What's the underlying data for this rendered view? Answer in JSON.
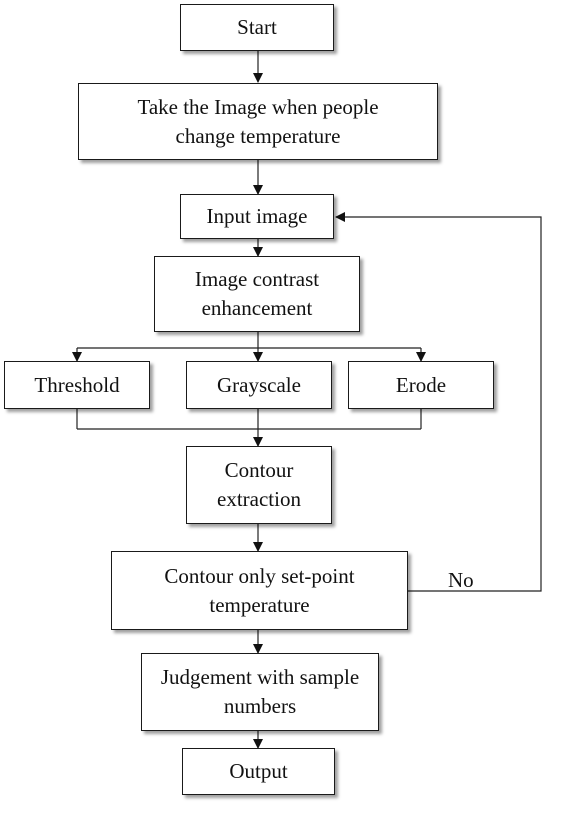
{
  "flowchart": {
    "nodes": {
      "start": "Start",
      "take_image": "Take the Image when people change temperature",
      "input_image": "Input image",
      "contrast": "Image contrast enhancement",
      "threshold": "Threshold",
      "grayscale": "Grayscale",
      "erode": "Erode",
      "contour_extraction": "Contour extraction",
      "contour_setpoint": "Contour only set-point temperature",
      "judgement": "Judgement with sample numbers",
      "output": "Output"
    },
    "edge_labels": {
      "no": "No"
    }
  }
}
